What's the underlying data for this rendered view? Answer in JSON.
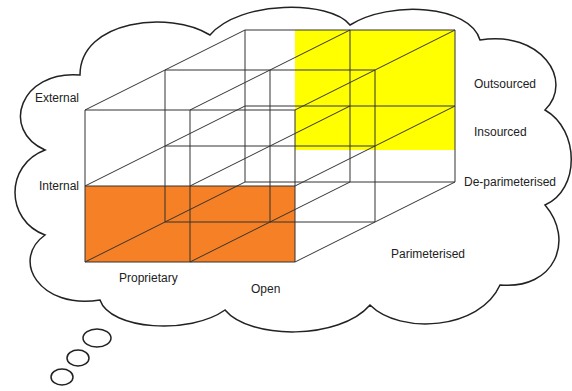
{
  "diagram": {
    "labels": [
      "External",
      "Internal",
      "Proprietary",
      "Open",
      "Outsourced",
      "Insourced",
      "De-parimeterised",
      "Parimeterised"
    ]
  }
}
